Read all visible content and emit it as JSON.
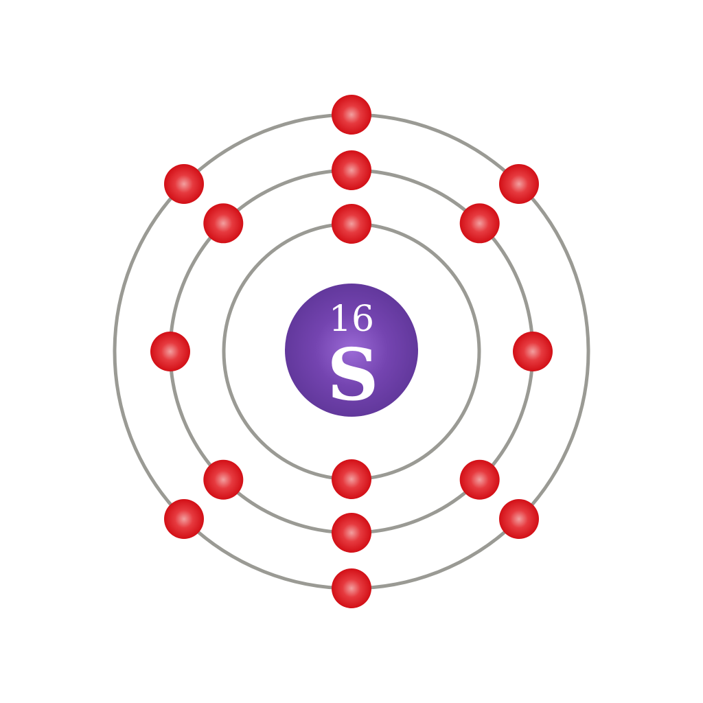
{
  "element": {
    "symbol": "S",
    "atomic_number": "16"
  },
  "shells": [
    {
      "electrons": 2
    },
    {
      "electrons": 8
    },
    {
      "electrons": 6
    }
  ],
  "colors": {
    "nucleus": "#6a3aa4",
    "nucleus_highlight": "#8a5ac8",
    "electron": "#e2141b",
    "electron_highlight": "#f08a8a",
    "orbit": "#9a9a94",
    "background": "#ffffff"
  }
}
